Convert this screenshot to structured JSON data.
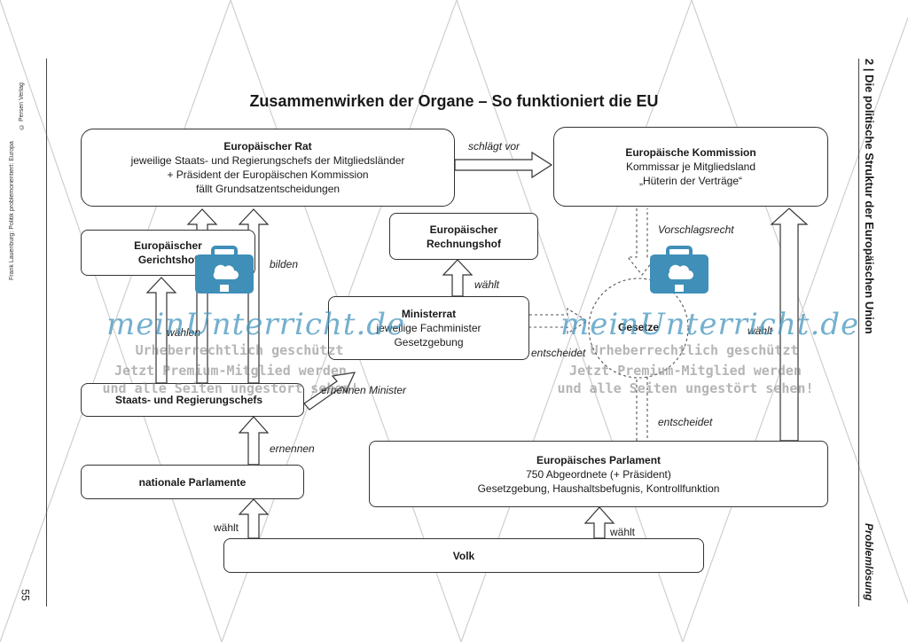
{
  "title": "Zusammenwirken der Organe – So funktioniert die EU",
  "side_left": {
    "credit_line1": "Frank Lauenburg: Politik problemorientiert: Europa",
    "credit_line2": "© Persen Verlag",
    "page_number": "55"
  },
  "side_right": {
    "chapter": "2 | Die politische Struktur der Europäischen Union",
    "section": "Problemlösung"
  },
  "boxes": {
    "rat": {
      "heading": "Europäischer Rat",
      "line1": "jeweilige Staats- und Regierungschefs der Mitgliedsländer",
      "line2": "+ Präsident der Europäischen Kommission",
      "line3": "fällt Grundsatzentscheidungen"
    },
    "kommission": {
      "heading": "Europäische Kommission",
      "line1": "Kommissar je Mitgliedsland",
      "line2": "„Hüterin der Verträge“"
    },
    "gerichtshof": {
      "line1": "Europäischer",
      "line2": "Gerichtshof"
    },
    "rechnungshof": {
      "line1": "Europäischer",
      "line2": "Rechnungshof"
    },
    "ministerrat": {
      "heading": "Ministerrat",
      "line1": "jeweilige Fachminister",
      "line2": "Gesetzgebung"
    },
    "gesetze": "Gesetze",
    "staats": "Staats- und Regierungschefs",
    "nationale": "nationale Parlamente",
    "parlament": {
      "heading": "Europäisches Parlament",
      "line1": "750 Abgeordnete (+ Präsident)",
      "line2": "Gesetzgebung, Haushaltsbefugnis, Kontrollfunktion"
    },
    "volk": "Volk"
  },
  "labels": {
    "schlaegt_vor": "schlägt vor",
    "bilden": "bilden",
    "waehlt_rechnungshof": "wählt",
    "waehlen": "wählen",
    "ernennen_minister": "ernennen Minister",
    "ernennen": "ernennen",
    "entscheidet_ministerrat": "entscheidet",
    "vorschlagsrecht": "Vorschlagsrecht",
    "waehlt_kommission": "wählt",
    "entscheidet_parlament": "entscheidet",
    "waehlt_left": "wählt",
    "waehlt_right": "wählt"
  },
  "watermark": {
    "brand": "meinUnterricht.de",
    "line1": "Urheberrechtlich geschützt",
    "line2": "Jetzt Premium-Mitglied werden",
    "line3": "und alle Seiten ungestört sehen!"
  },
  "colors": {
    "watermark_blue": "#3f8fb8",
    "line": "#333333"
  }
}
